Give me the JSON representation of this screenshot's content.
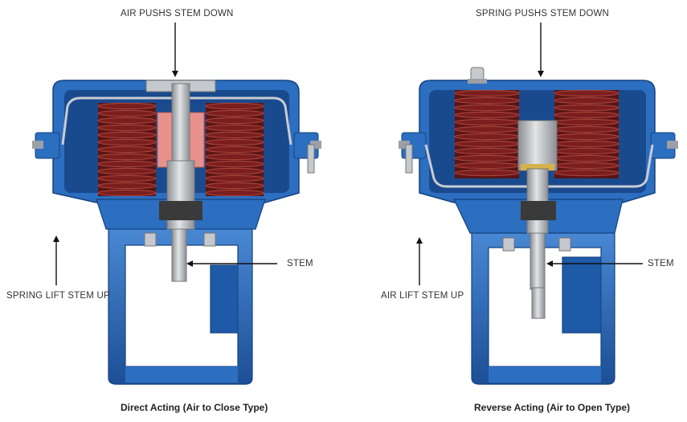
{
  "left": {
    "top_label": "AIR PUSHS STEM DOWN",
    "side_label": "SPRING LIFT STEM UP",
    "stem_label": "STEM",
    "caption": "Direct Acting (Air to Close Type)"
  },
  "right": {
    "top_label": "SPRING PUSHS STEM DOWN",
    "side_label": "AIR LIFT STEM UP",
    "stem_label": "STEM",
    "caption": "Reverse Acting (Air to Open Type)"
  },
  "colors": {
    "housing": "#2c6ec0",
    "housing_dark": "#1c4f96",
    "housing_light": "#4a8ad6",
    "spring": "#7a1e1e",
    "spring_light": "#a8423a",
    "stem": "#b9bcc0",
    "stem_dark": "#8b8f94",
    "diaphragm": "#c8ccd2",
    "pink": "#e8918c",
    "brass": "#d6b24a"
  }
}
